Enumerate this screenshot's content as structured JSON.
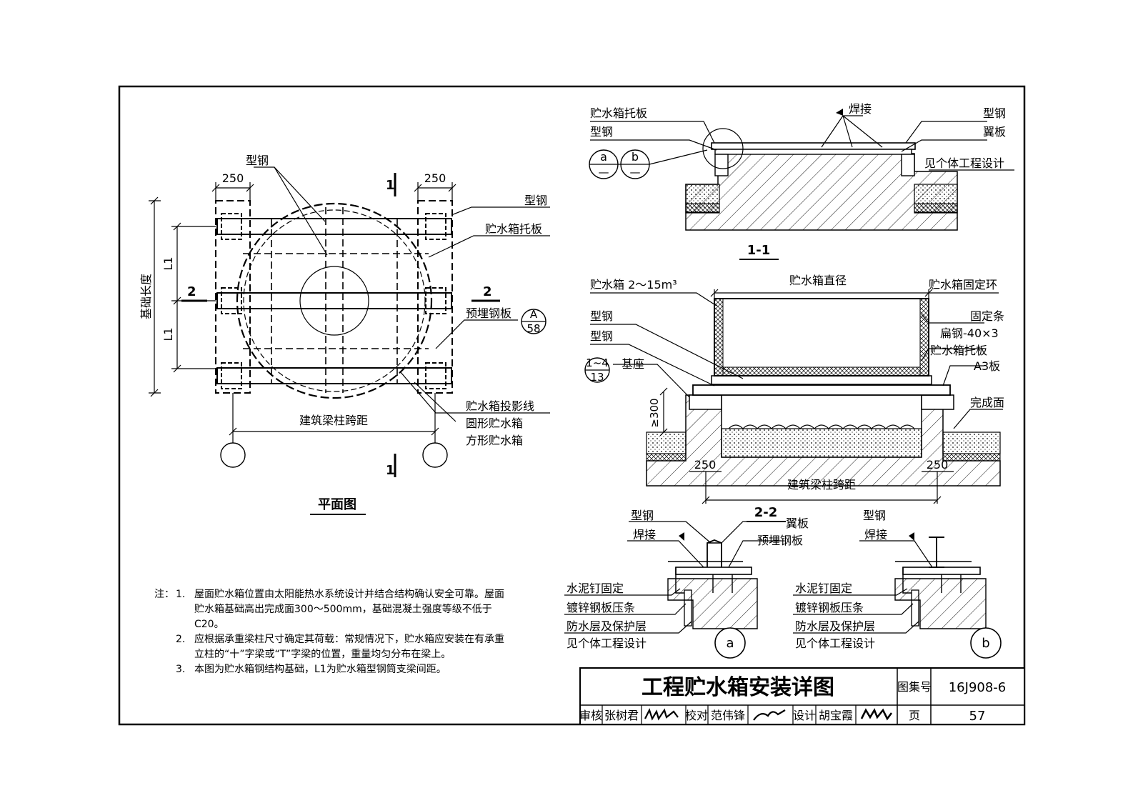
{
  "plan": {
    "title": "平面图",
    "dim_250_left": "250",
    "dim_250_right": "250",
    "dim_l1_top": "L1",
    "dim_l1_bottom": "L1",
    "dim_foundation_length": "基础长度",
    "dim_span": "建筑梁柱跨距",
    "section_1_top": "1",
    "section_1_bottom": "1",
    "section_2_left": "2",
    "section_2_right": "2",
    "label_steel_top": "型钢",
    "label_steel_right": "型钢",
    "label_tray": "贮水箱托板",
    "label_embed_plate": "预埋钢板",
    "ref_a_top": "A",
    "ref_a_bottom": "58",
    "label_projection": "贮水箱投影线",
    "label_round_tank": "圆形贮水箱",
    "label_square_tank": "方形贮水箱"
  },
  "section_1_1": {
    "title": "1-1",
    "label_tray": "贮水箱托板",
    "label_steel_left": "型钢",
    "label_weld": "焊接",
    "label_steel_right": "型钢",
    "label_wing": "翼板",
    "label_design": "见个体工程设计",
    "ref_a": "a",
    "ref_b": "b",
    "ref_dash": "—"
  },
  "section_2_2": {
    "title": "2-2",
    "label_tank": "贮水箱 2～15m³",
    "label_diameter": "贮水箱直径",
    "label_ring": "贮水箱固定环",
    "label_steel_1": "型钢",
    "label_steel_2": "型钢",
    "label_strip": "固定条",
    "label_flat_steel": "扁钢-40×3",
    "label_tray": "贮水箱托板",
    "label_a3": "A3板",
    "ref_top": "1~4",
    "ref_bottom": "13",
    "label_base": "基座",
    "dim_300": "≥300",
    "label_finish": "完成面",
    "dim_250_left": "250",
    "dim_250_right": "250",
    "dim_span": "建筑梁柱跨距"
  },
  "detail_a": {
    "label_steel": "型钢",
    "label_wing": "翼板",
    "label_weld": "焊接",
    "label_embed": "预埋钢板",
    "label_nail": "水泥钉固定",
    "label_strip": "镀锌钢板压条",
    "label_waterproof": "防水层及保护层",
    "label_design": "见个体工程设计",
    "marker": "a"
  },
  "detail_b": {
    "label_steel": "型钢",
    "label_weld": "焊接",
    "label_nail": "水泥钉固定",
    "label_strip": "镀锌钢板压条",
    "label_waterproof": "防水层及保护层",
    "label_design": "见个体工程设计",
    "marker": "b"
  },
  "notes": {
    "lead": "注：",
    "items": [
      {
        "k": "1.",
        "text": "屋面贮水箱位置由太阳能热水系统设计并结合结构确认安全可靠。屋面贮水箱基础高出完成面300～500mm，基础混凝土强度等级不低于C20。"
      },
      {
        "k": "2.",
        "text": "应根据承重梁柱尺寸确定其荷载：常规情况下，贮水箱应安装在有承重立柱的“十”字梁或“T”字梁的位置，重量均匀分布在梁上。"
      },
      {
        "k": "3.",
        "text": "本图为贮水箱钢结构基础，L1为贮水箱型钢筒支梁间距。"
      }
    ]
  },
  "title_block": {
    "title": "工程贮水箱安装详图",
    "atlas_label": "图集号",
    "atlas_no": "16J908-6",
    "review_label": "审核",
    "review_name": "张树君",
    "check_label": "校对",
    "check_name": "范伟锋",
    "design_label": "设计",
    "design_name": "胡宝霞",
    "page_label": "页",
    "page_no": "57"
  }
}
